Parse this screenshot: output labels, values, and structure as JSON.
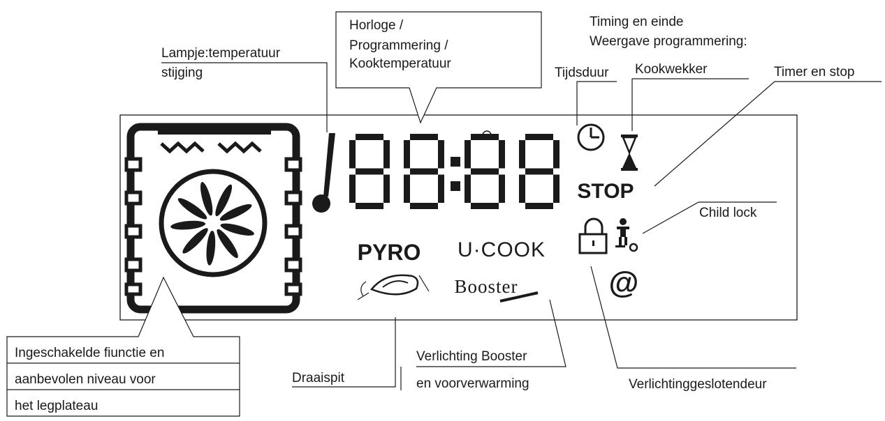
{
  "callouts": {
    "clock": [
      "Horloge /",
      "Programmering /",
      "Kooktemperatuur"
    ],
    "timing_header": [
      "Timing en einde",
      "Weergave programmering:"
    ],
    "temp_light": [
      "Lampje:temperatuur",
      "stijging"
    ],
    "duration": "Tijdsduur",
    "kitchen_timer": "Kookwekker",
    "timer_stop": "Timer en stop",
    "child_lock": "Child lock",
    "function": [
      "Ingeschakelde fiunctie en",
      "aanbevolen niveau voor",
      "het legplateau"
    ],
    "rotisserie": "Draaispit",
    "booster_light": [
      "Verlichting Booster",
      "en voorverwarming"
    ],
    "locked_door": "Verlichtinggeslotendeur"
  },
  "display": {
    "digits": "88:88",
    "stop_label": "STOP",
    "pyro_label": "PYRO",
    "ucook_label": "U·COOK",
    "booster_label": "Booster",
    "at_symbol": "@"
  },
  "icons": [
    "oven-function-icon",
    "thermometer-icon",
    "clock-icon",
    "hourglass-icon",
    "padlock-icon",
    "child-key-icon",
    "rotisserie-icon"
  ]
}
